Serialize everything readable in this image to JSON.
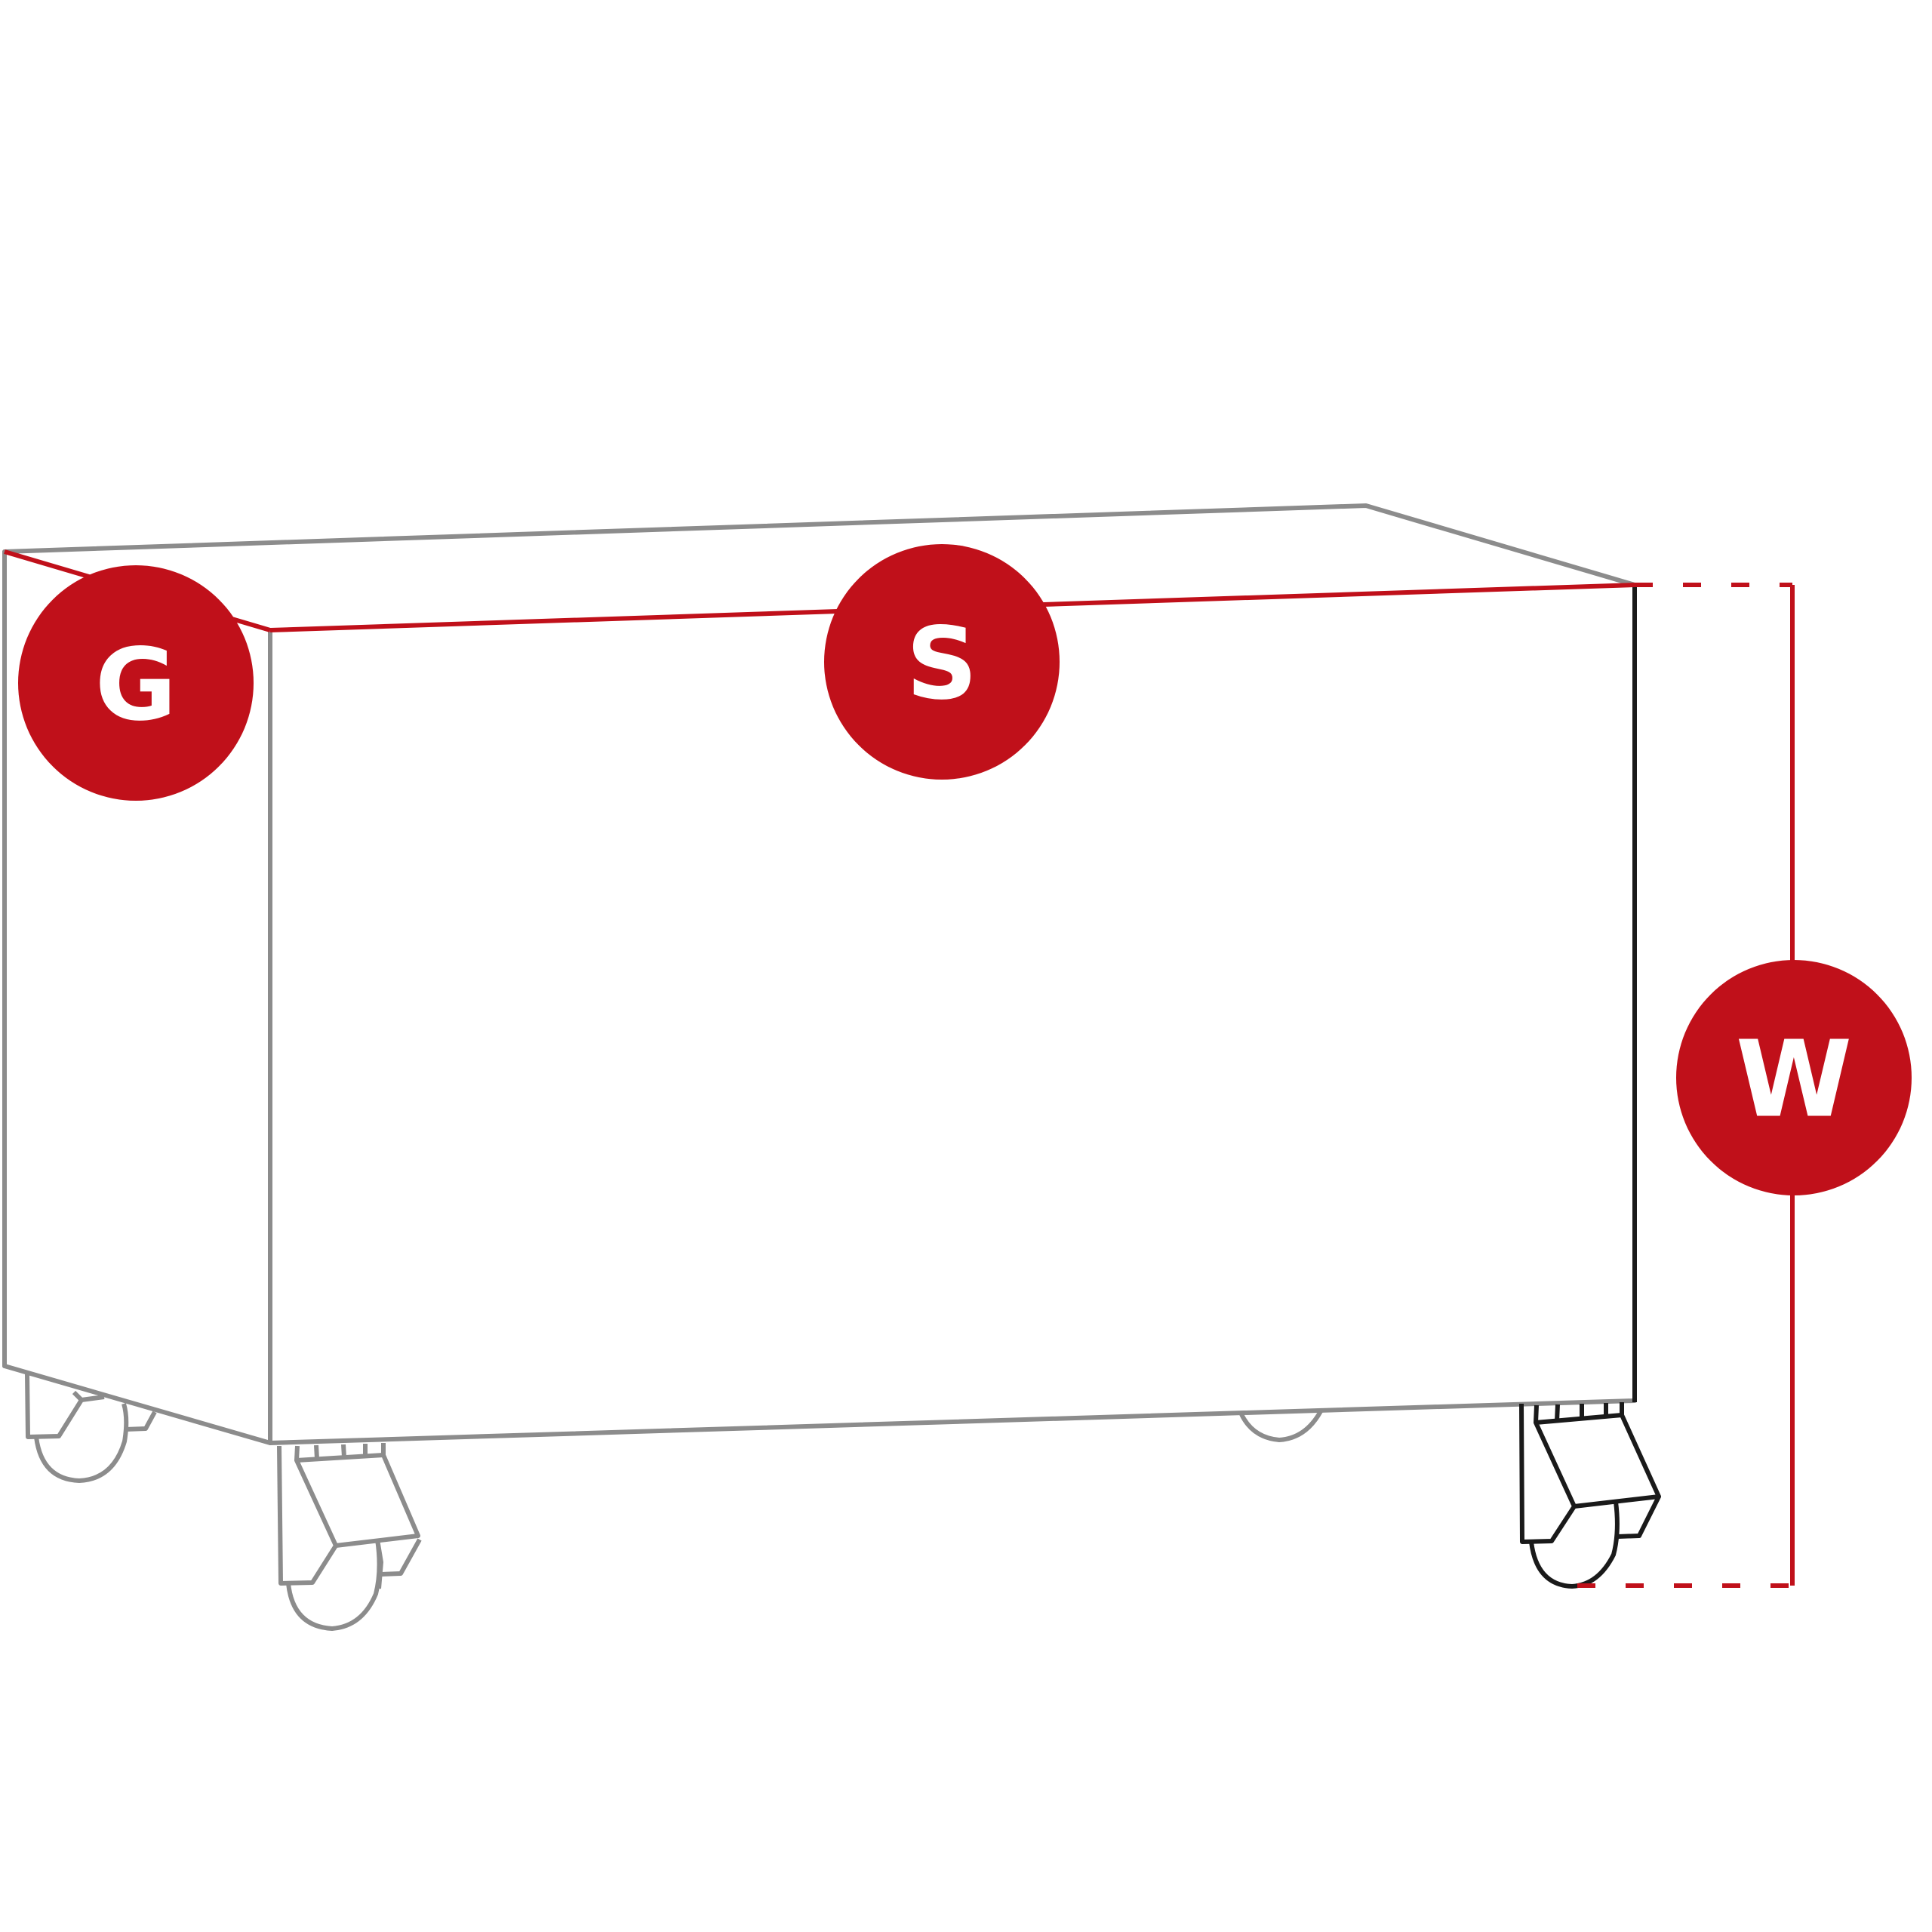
{
  "labels": {
    "depth": "G",
    "width": "S",
    "height": "W"
  },
  "colors": {
    "accent": "#c0101a",
    "outline_back": "#8c8c8c",
    "outline_front": "#1a1a1a",
    "badge_text": "#ffffff",
    "background": "#ffffff"
  }
}
